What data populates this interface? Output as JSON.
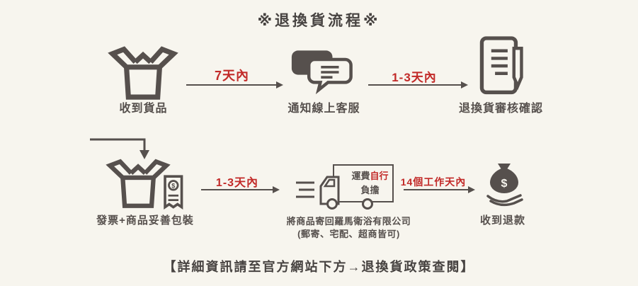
{
  "colors": {
    "background": "#f7f5ee",
    "ink": "#56504d",
    "accent": "#c22a28"
  },
  "title": "※退換貨流程※",
  "footer": "【詳細資訊請至官方網站下方→退換貨政策查閱】",
  "steps": {
    "receive": {
      "label": "收到貨品"
    },
    "notify": {
      "label": "通知線上客服"
    },
    "review": {
      "label": "退換貨審核確認"
    },
    "package": {
      "label": "發票+商品妥善包裝"
    },
    "ship": {
      "label": "將商品寄回羅馬衛浴有限公司",
      "sublabel": "(郵寄、宅配、超商皆可)",
      "note": {
        "prefix": "運費",
        "highlight": "自行",
        "suffix": "負擔"
      }
    },
    "refund": {
      "label": "收到退款"
    }
  },
  "arrows": {
    "a1": "7天內",
    "a2": "1-3天內",
    "a3": "1-3天內",
    "a4": "14個工作天內"
  },
  "icons": {
    "dollar": "$"
  }
}
